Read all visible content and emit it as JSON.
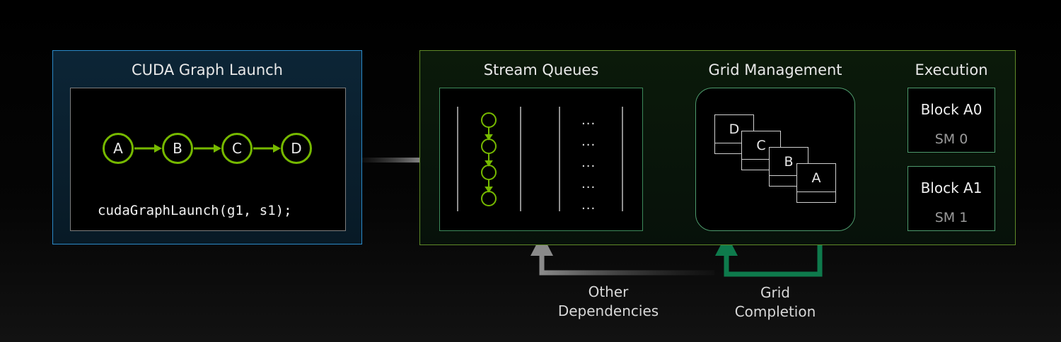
{
  "launch": {
    "title": "CUDA Graph Launch",
    "nodes": [
      "A",
      "B",
      "C",
      "D"
    ],
    "code": "cudaGraphLaunch(g1, s1);"
  },
  "pipeline": {
    "stream_queues_title": "Stream Queues",
    "grid_management_title": "Grid Management",
    "execution_title": "Execution",
    "ellipsis": "...",
    "grid_cards": [
      "D",
      "C",
      "B",
      "A"
    ],
    "execution_blocks": [
      {
        "block": "Block A0",
        "sm": "SM 0"
      },
      {
        "block": "Block A1",
        "sm": "SM 1"
      }
    ]
  },
  "feedback": {
    "other_dependencies": [
      "Other",
      "Dependencies"
    ],
    "grid_completion": [
      "Grid",
      "Completion"
    ]
  },
  "colors": {
    "nvidia_green": "#76b900",
    "launch_border": "#2b8ac9",
    "completion_arrow": "#0e7a4c",
    "dependency_arrow": "#7a7a7a"
  }
}
